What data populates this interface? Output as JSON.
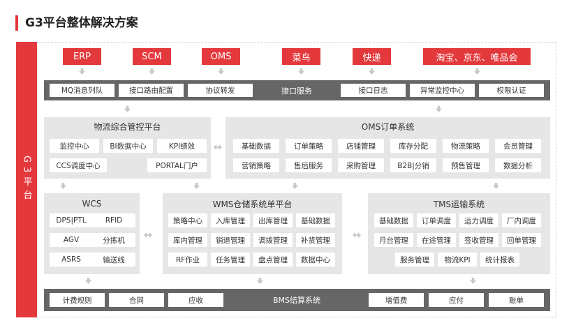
{
  "title": "G3平台整体解决方案",
  "side_label": "G3平台",
  "top_sources": [
    "ERP",
    "SCM",
    "OMS",
    "菜鸟",
    "快递",
    "淘宝、京东、唯品会"
  ],
  "interface_bar": {
    "left_items": [
      "MQ消息列队",
      "接口路由配置",
      "协议转发"
    ],
    "center_label": "接口服务",
    "right_items": [
      "接口日志",
      "异常监控中心",
      "权限认证"
    ]
  },
  "logistics_panel": {
    "title": "物流综合管控平台",
    "items": [
      "监控中心",
      "BI数据中心",
      "KPI绩效",
      "CCS调度中心",
      "PORTAL门户"
    ]
  },
  "oms_panel": {
    "title": "OMS订单系统",
    "items": [
      "基础数据",
      "订单策略",
      "店铺管理",
      "库存分配",
      "物流策略",
      "会员管理",
      "营销策略",
      "售后服务",
      "采购管理",
      "B2B|分销",
      "预售管理",
      "数据分析"
    ]
  },
  "wcs_panel": {
    "title": "WCS",
    "items": [
      "DPS|PTL",
      "RFID",
      "AGV",
      "分拣机",
      "ASRS",
      "输送线"
    ]
  },
  "wms_panel": {
    "title": "WMS仓储系统单平台",
    "items": [
      "策略中心",
      "入库管理",
      "出库管理",
      "基础数据",
      "库内管理",
      "销退管理",
      "调拨管理",
      "补货管理",
      "RF作业",
      "任务管理",
      "盘点管理",
      "数据中心"
    ]
  },
  "tms_panel": {
    "title": "TMS运输系统",
    "items": [
      "基础数据",
      "订单调度",
      "运力调度",
      "厂内调度",
      "月台管理",
      "在途管理",
      "签收管理",
      "回单管理",
      "服务管理",
      "物流KPI",
      "统计报表"
    ]
  },
  "bms_bar": {
    "left_items": [
      "计费规则",
      "合同",
      "应收"
    ],
    "center_label": "BMS结算系统",
    "right_items": [
      "增值费",
      "应付",
      "账单"
    ]
  },
  "colors": {
    "accent": "#e4393c",
    "bar": "#666666",
    "panel": "#e6e6e6",
    "arrow": "#c8c8c8"
  }
}
